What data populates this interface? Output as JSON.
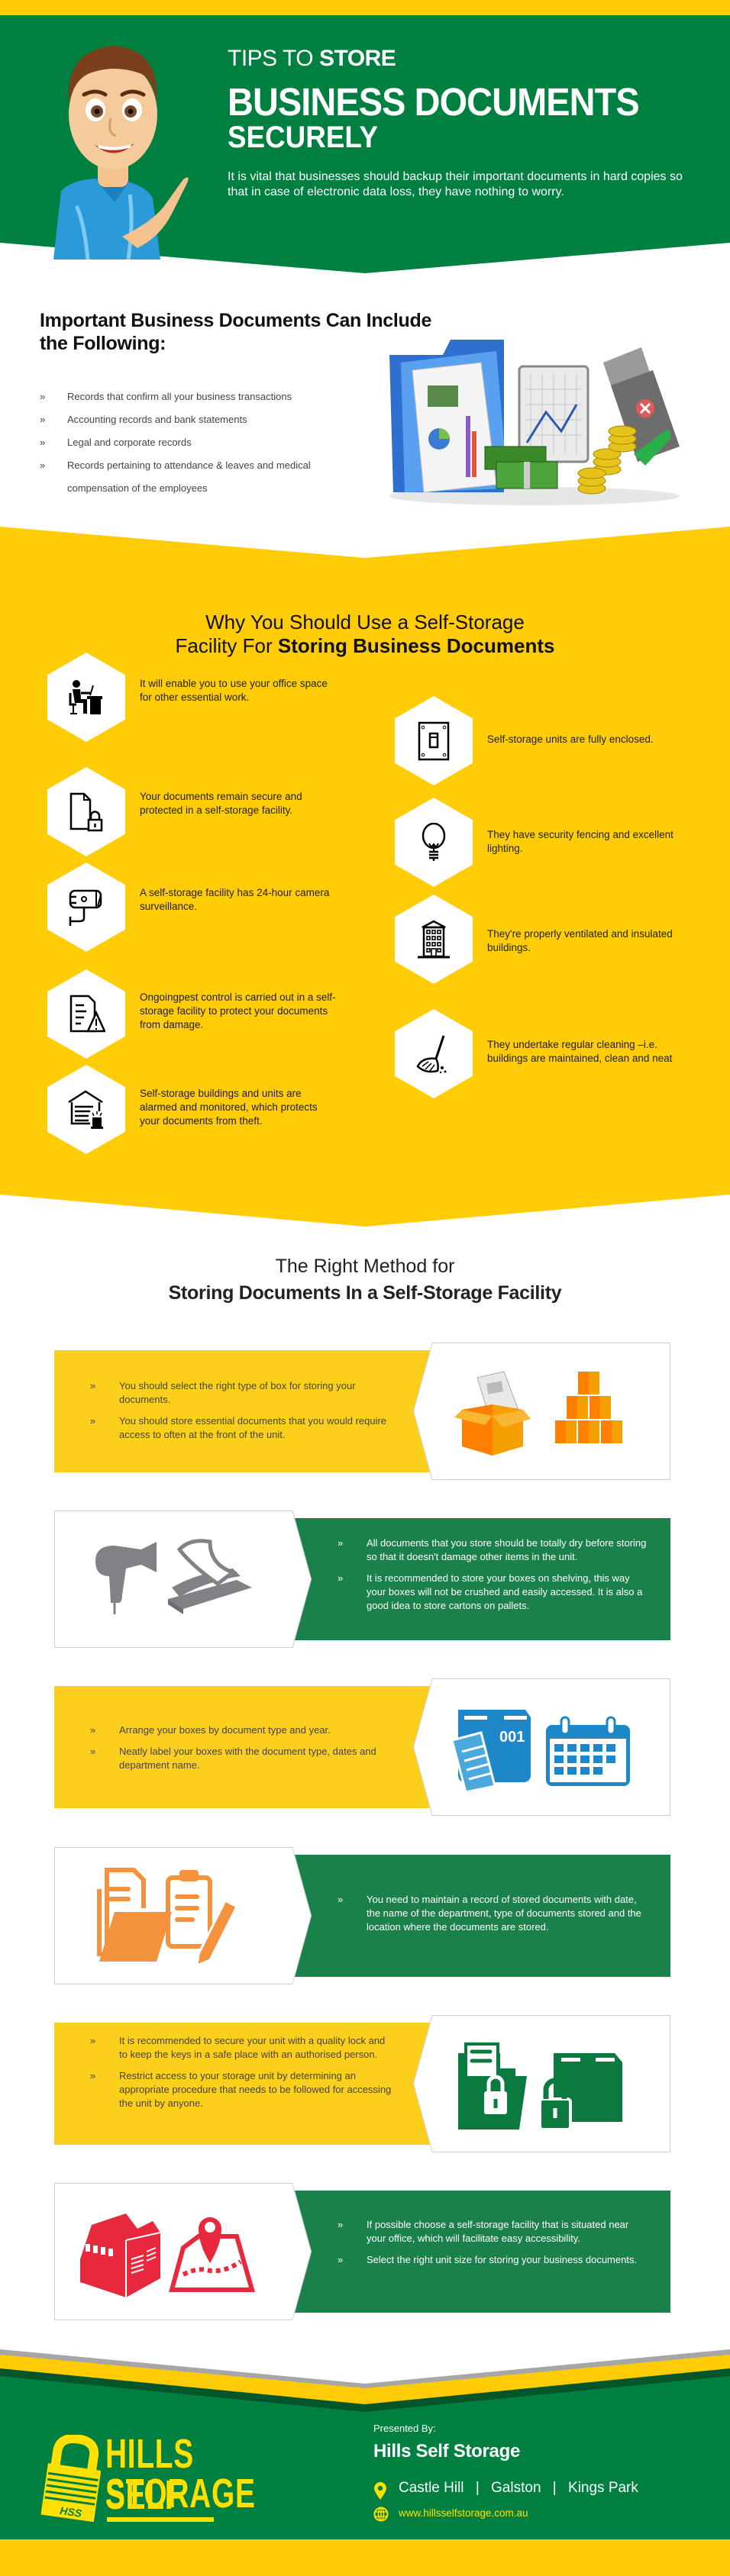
{
  "colors": {
    "green": "#008040",
    "dark_green": "#04552a",
    "card_green": "#1b814a",
    "yellow": "#ffcc05",
    "card_yellow": "#fccf1c",
    "orange": "#f5923e",
    "blue": "#1c87c9",
    "red": "#e8283c",
    "gray": "#808285"
  },
  "header": {
    "pretitle_light": "TIPS TO ",
    "pretitle_bold": "STORE",
    "title_line1": "BUSINESS DOCUMENTS",
    "title_line2": "SECURELY",
    "description": "It is vital that businesses should backup their important documents in hard copies so that in case of electronic data loss, they have nothing to worry."
  },
  "important": {
    "title": "Important Business Documents Can Include the Following:",
    "bullet_glyph": "»",
    "items": [
      "Records that confirm all your business transactions",
      "Accounting records and bank statements",
      "Legal and corporate records",
      "Records pertaining to attendance & leaves and medical compensation of the employees"
    ]
  },
  "why": {
    "title_line1": "Why You Should Use a Self-Storage",
    "title_line2_light": "Facility For ",
    "title_line2_bold": "Storing Business Documents",
    "left": [
      {
        "icon": "office-desk-icon",
        "text": "It will enable you to use your office space for other essential work."
      },
      {
        "icon": "locked-document-icon",
        "text": "Your documents remain secure and protected in a self-storage facility."
      },
      {
        "icon": "security-camera-icon",
        "text": "A self-storage facility has 24-hour camera surveillance."
      },
      {
        "icon": "document-warning-icon",
        "text": "Ongoingpest control is carried out in a self-storage facility to protect your documents from damage."
      },
      {
        "icon": "alarmed-garage-icon",
        "text": "Self-storage buildings and units are alarmed and monitored, which protects your documents from theft."
      }
    ],
    "right": [
      {
        "icon": "enclosed-door-icon",
        "text": "Self-storage units are fully enclosed."
      },
      {
        "icon": "light-bulb-icon",
        "text": "They have security fencing and excellent lighting."
      },
      {
        "icon": "building-icon",
        "text": "They're properly ventilated and insulated buildings."
      },
      {
        "icon": "broom-icon",
        "text": "They undertake regular cleaning –i.e. buildings are maintained, clean and neat"
      }
    ]
  },
  "method": {
    "title_line1": "The Right Method for",
    "title_line2": "Storing Documents In a Self-Storage Facility",
    "bullet_glyph": "»",
    "cards": [
      {
        "icon": "document-boxes-icon",
        "bullets": [
          "You should select the right type of box for storing your documents.",
          "You should store essential documents that you would require access to often at the front of the unit."
        ]
      },
      {
        "icon": "dryer-paper-icon",
        "bullets": [
          "All documents that you store should be totally dry before storing so that it doesn't damage other items in the unit.",
          "It is recommended to store your boxes on shelving, this way your boxes will not be crushed and easily accessed. It is also a good idea to store cartons on pallets."
        ]
      },
      {
        "icon": "labeled-box-calendar-icon",
        "box_label": "001",
        "bullets": [
          "Arrange your boxes by document type and year.",
          "Neatly label your boxes with the document type, dates and department name."
        ]
      },
      {
        "icon": "folder-clipboard-icon",
        "bullets": [
          "You need to maintain a record of stored documents with date, the name of the department, type of documents stored and the location where the documents are stored."
        ]
      },
      {
        "icon": "locked-folder-box-icon",
        "bullets": [
          "It is recommended to secure your unit with a quality lock and to keep the keys in a safe place with an authorised person.",
          "Restrict access to your storage unit by determining an appropriate procedure that needs to be followed for accessing the unit by anyone."
        ]
      },
      {
        "icon": "warehouse-map-icon",
        "bullets": [
          "If possible choose a self-storage facility that is situated near your office, which will facilitate easy accessibility.",
          "Select the right unit size for storing your business documents."
        ]
      }
    ]
  },
  "footer": {
    "logo_line1": "HILLS SELF",
    "logo_line2": "STORAGE",
    "logo_badge": "HSS",
    "presented_by": "Presented By:",
    "company": "Hills Self Storage",
    "locations": [
      "Castle Hill",
      "Galston",
      "Kings Park"
    ],
    "separator": "|",
    "website": "www.hillsselfstorage.com.au"
  }
}
